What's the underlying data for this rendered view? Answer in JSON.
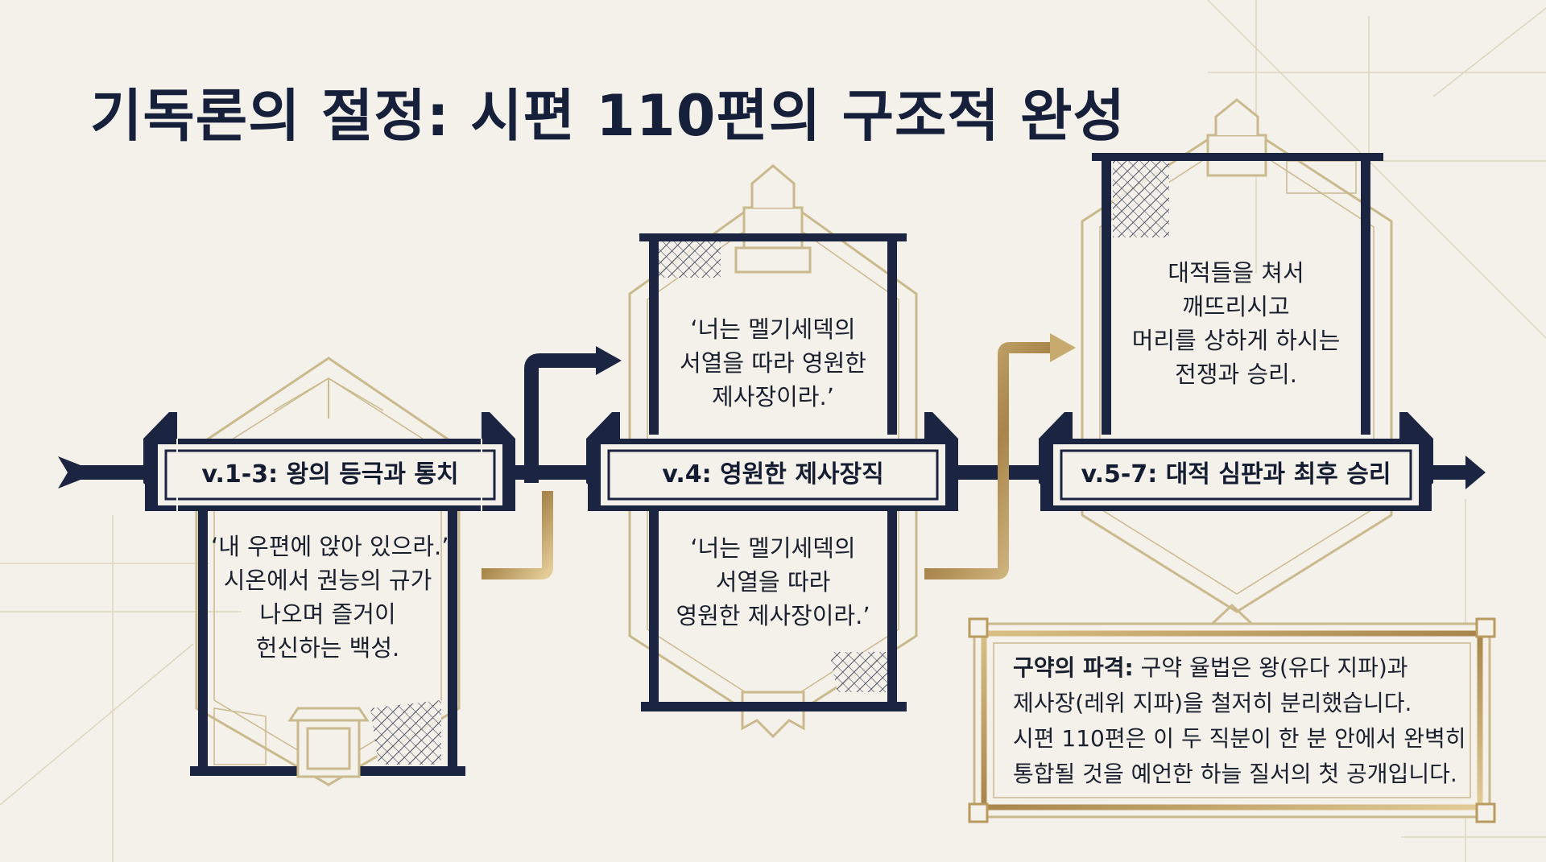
{
  "title": "기독론의 절정: 시편 110편의 구조적 완성",
  "stages": [
    {
      "label": "v.1-3: 왕의 등극과 통치",
      "lines": [
        "‘내 우편에 앉아 있으라.’",
        "시온에서 권능의 규가",
        "나오며 즐거이",
        "헌신하는 백성."
      ]
    },
    {
      "label": "v.4: 영원한 제사장직",
      "top_lines": [
        "‘너는 멜기세덱의",
        "서열을 따라 영원한",
        "제사장이라.’"
      ],
      "bottom_lines": [
        "‘너는 멜기세덱의",
        "서열을 따라",
        "영원한 제사장이라.’"
      ]
    },
    {
      "label": "v.5-7: 대적 심판과 최후 승리",
      "lines": [
        "대적들을 쳐서",
        "깨뜨리시고",
        "머리를 상하게 하시는",
        "전쟁과 승리."
      ]
    }
  ],
  "note": {
    "heading": "구약의 파격:",
    "first_line_rest": " 구약 율법은 왕(유다 지파)과",
    "lines": [
      "제사장(레위 지파)을 철저히 분리했습니다.",
      "시편 110편은 이 두 직분이 한 분 안에서 완벽히",
      "통합될 것을 예언한 하늘 질서의 첫 공개입니다."
    ]
  },
  "colors": {
    "navy": "#1b2440",
    "gold": "#b89a5e",
    "background": "#f3f1ea"
  }
}
